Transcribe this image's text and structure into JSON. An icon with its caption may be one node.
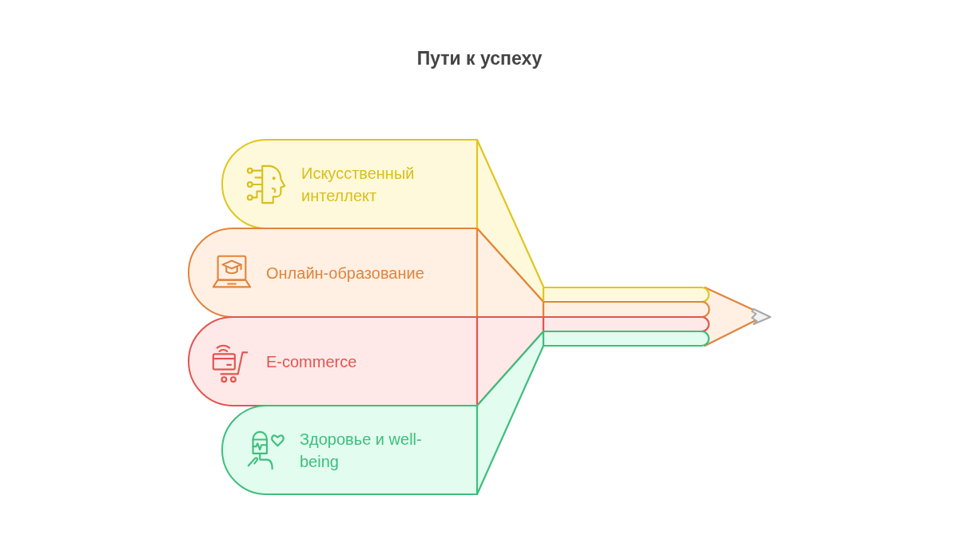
{
  "diagram": {
    "title": "Пути к успеху",
    "nodes": [
      {
        "text": [
          "Искусственный интеллект"
        ]
      },
      {
        "text": [
          "Онлайн-образование"
        ]
      },
      {
        "text": [
          "E-commerce"
        ]
      },
      {
        "text": [
          "Здоровье и well-being"
        ]
      }
    ]
  }
}
